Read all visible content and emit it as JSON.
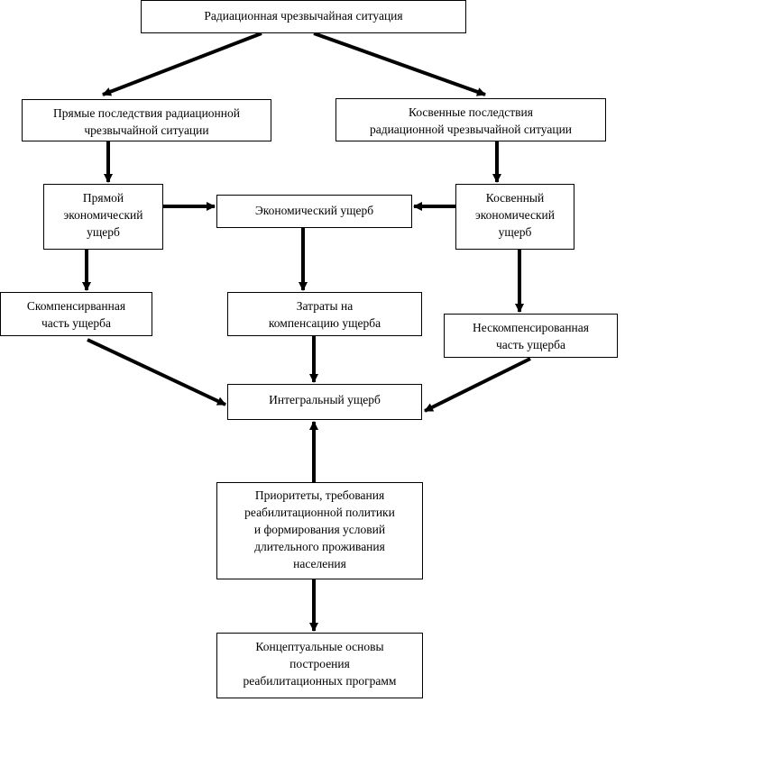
{
  "nodes": {
    "radiation_emergency": {
      "lines": [
        "Радиационная чрезвычайная ситуация"
      ]
    },
    "direct_consequences": {
      "lines": [
        "Прямые последствия радиационной",
        "чрезвычайной  ситуации"
      ]
    },
    "indirect_consequences": {
      "lines": [
        "Косвенные последствия",
        "радиационной чрезвычайной  ситуации"
      ]
    },
    "direct_damage": {
      "lines": [
        "Прямой",
        "экономический",
        "ущерб"
      ]
    },
    "economic_damage": {
      "lines": [
        "Экономический ущерб"
      ]
    },
    "indirect_damage": {
      "lines": [
        "Косвенный",
        "экономический",
        "ущерб"
      ]
    },
    "compensated_part": {
      "lines": [
        "Скомпенсирванная",
        "часть ущерба"
      ]
    },
    "compensation_costs": {
      "lines": [
        "Затраты на",
        "компенсацию ущерба"
      ]
    },
    "uncompensated_part": {
      "lines": [
        "Нескомпенсированная",
        "часть ущерба"
      ]
    },
    "integral_damage": {
      "lines": [
        "Интегральный ущерб"
      ]
    },
    "priorities": {
      "lines": [
        "Приоритеты, требования",
        "реабилитационной политики",
        "и формирования условий",
        "длительного проживания",
        "населения"
      ]
    },
    "conceptual_basis": {
      "lines": [
        "Концептуальные основы",
        "построения",
        "реабилитационных программ"
      ]
    }
  }
}
